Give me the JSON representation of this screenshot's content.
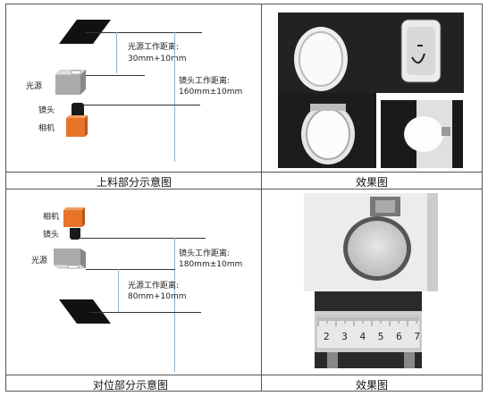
{
  "top": {
    "labels": {
      "light": "光源",
      "lens": "镜头",
      "camera": "相机"
    },
    "light_distance": {
      "title": "光源工作距离:",
      "value": "30mm+10mm"
    },
    "lens_distance": {
      "title": "镜头工作距离:",
      "value": "160mm±10mm"
    },
    "caption_left": "上料部分示意图",
    "caption_right": "效果图"
  },
  "bottom": {
    "labels": {
      "camera": "相机",
      "lens": "镜头",
      "light": "光源"
    },
    "lens_distance": {
      "title": "镜头工作距离:",
      "value": "180mm±10mm"
    },
    "light_distance": {
      "title": "光源工作距离:",
      "value": "80mm+10mm"
    },
    "ruler_numbers": [
      "2",
      "3",
      "4",
      "5",
      "6",
      "7"
    ],
    "caption_left": "对位部分示意图",
    "caption_right": "效果图"
  },
  "colors": {
    "camera_orange": "#e8742a",
    "lens_black": "#1a1a1a",
    "light_gray": "#aaaaaa",
    "guide_blue": "#8fb3d6"
  }
}
